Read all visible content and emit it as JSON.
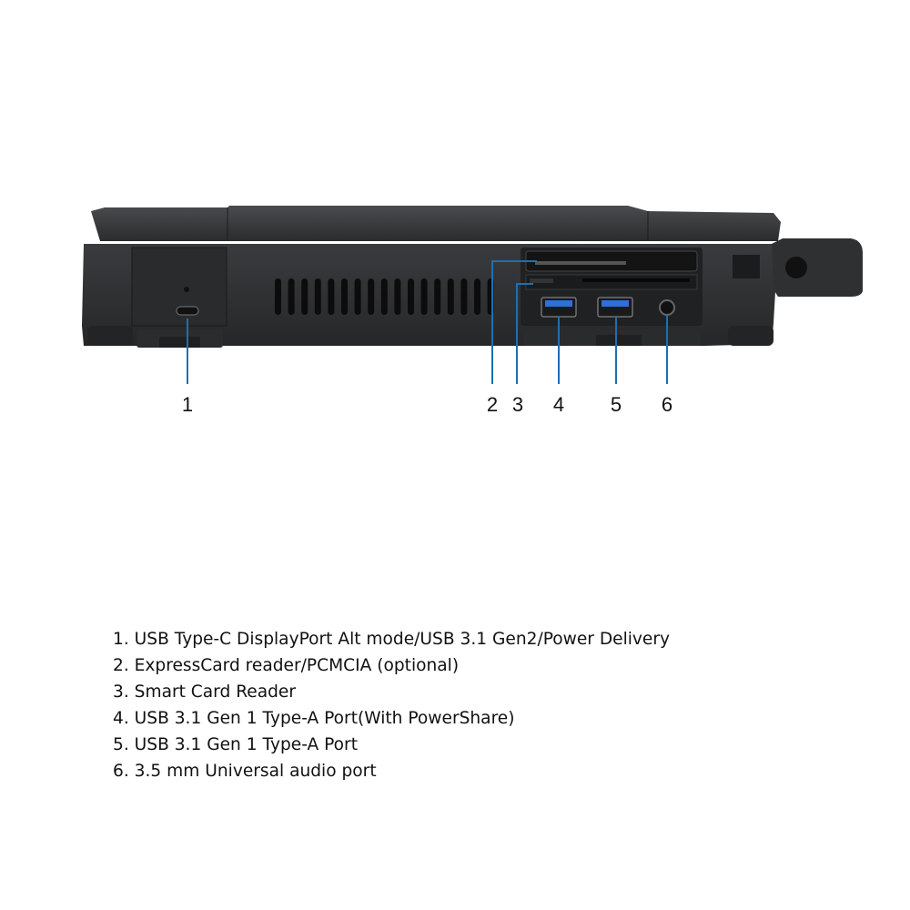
{
  "callouts": [
    "1",
    "2",
    "3",
    "4",
    "5",
    "6"
  ],
  "legend": [
    "1. USB Type-C DisplayPort Alt mode/USB 3.1 Gen2/Power Delivery",
    "2. ExpressCard reader/PCMCIA (optional)",
    "3. Smart Card Reader",
    "4. USB 3.1 Gen 1 Type-A Port(With PowerShare)",
    "5. USB 3.1 Gen 1 Type-A Port",
    "6. 3.5 mm Universal audio port"
  ],
  "colors": {
    "callout_line": "#1f6fae",
    "usb_blue": "#2f6fd8",
    "chassis": "#2e2f31"
  }
}
